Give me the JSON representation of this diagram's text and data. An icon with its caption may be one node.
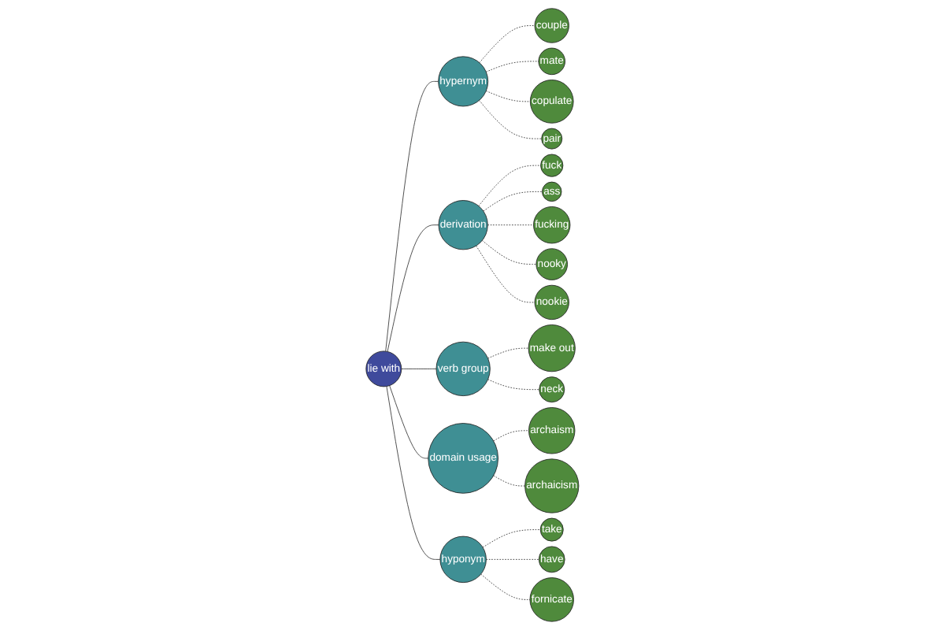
{
  "diagram": {
    "nodes": [
      {
        "text": [
          "fuck"
        ]
      },
      {
        "text": [
          "ass"
        ]
      },
      {
        "text": [
          "fucking"
        ]
      },
      {
        "text": [
          "nooky"
        ]
      },
      {
        "text": [
          "derivation"
        ]
      },
      {
        "text": [
          "nookie"
        ]
      },
      {
        "text": [
          "couple"
        ]
      },
      {
        "text": [
          "mate"
        ]
      },
      {
        "text": [
          "hypernym"
        ]
      },
      {
        "text": [
          "copulate"
        ]
      },
      {
        "text": [
          "lie with"
        ]
      },
      {
        "text": [
          "make out"
        ]
      },
      {
        "text": [
          "verb group"
        ]
      },
      {
        "text": [
          "pair"
        ]
      },
      {
        "text": [
          "neck"
        ]
      },
      {
        "text": [
          "domain usage"
        ]
      },
      {
        "text": [
          "archaism"
        ]
      },
      {
        "text": [
          "hyponym"
        ]
      },
      {
        "text": [
          "take"
        ]
      },
      {
        "text": [
          "archaicism"
        ]
      },
      {
        "text": [
          "have"
        ]
      },
      {
        "text": [
          "fornicate"
        ]
      }
    ],
    "edges": [
      {
        "from": 10,
        "to": 8,
        "arrow": "none"
      },
      {
        "from": 10,
        "to": 4,
        "arrow": "none"
      },
      {
        "from": 10,
        "to": 12,
        "arrow": "none"
      },
      {
        "from": 10,
        "to": 15,
        "arrow": "none"
      },
      {
        "from": 10,
        "to": 17,
        "arrow": "none"
      },
      {
        "from": 4,
        "to": 0,
        "arrow": "none",
        "style": "dashed"
      },
      {
        "from": 4,
        "to": 1,
        "arrow": "none",
        "style": "dashed"
      },
      {
        "from": 4,
        "to": 2,
        "arrow": "none",
        "style": "dashed"
      },
      {
        "from": 4,
        "to": 3,
        "arrow": "none",
        "style": "dashed"
      },
      {
        "from": 4,
        "to": 5,
        "arrow": "none",
        "style": "dashed"
      },
      {
        "from": 8,
        "to": 6,
        "arrow": "none",
        "style": "dashed"
      },
      {
        "from": 8,
        "to": 7,
        "arrow": "none",
        "style": "dashed"
      },
      {
        "from": 8,
        "to": 9,
        "arrow": "none",
        "style": "dashed"
      },
      {
        "from": 8,
        "to": 13,
        "arrow": "none",
        "style": "dashed"
      },
      {
        "from": 12,
        "to": 11,
        "arrow": "none",
        "style": "dashed"
      },
      {
        "from": 12,
        "to": 14,
        "arrow": "none",
        "style": "dashed"
      },
      {
        "from": 15,
        "to": 16,
        "arrow": "none",
        "style": "dashed"
      },
      {
        "from": 15,
        "to": 19,
        "arrow": "none",
        "style": "dashed"
      },
      {
        "from": 17,
        "to": 18,
        "arrow": "none",
        "style": "dashed"
      },
      {
        "from": 17,
        "to": 20,
        "arrow": "none",
        "style": "dashed"
      },
      {
        "from": 17,
        "to": 21,
        "arrow": "none",
        "style": "dashed"
      }
    ]
  }
}
